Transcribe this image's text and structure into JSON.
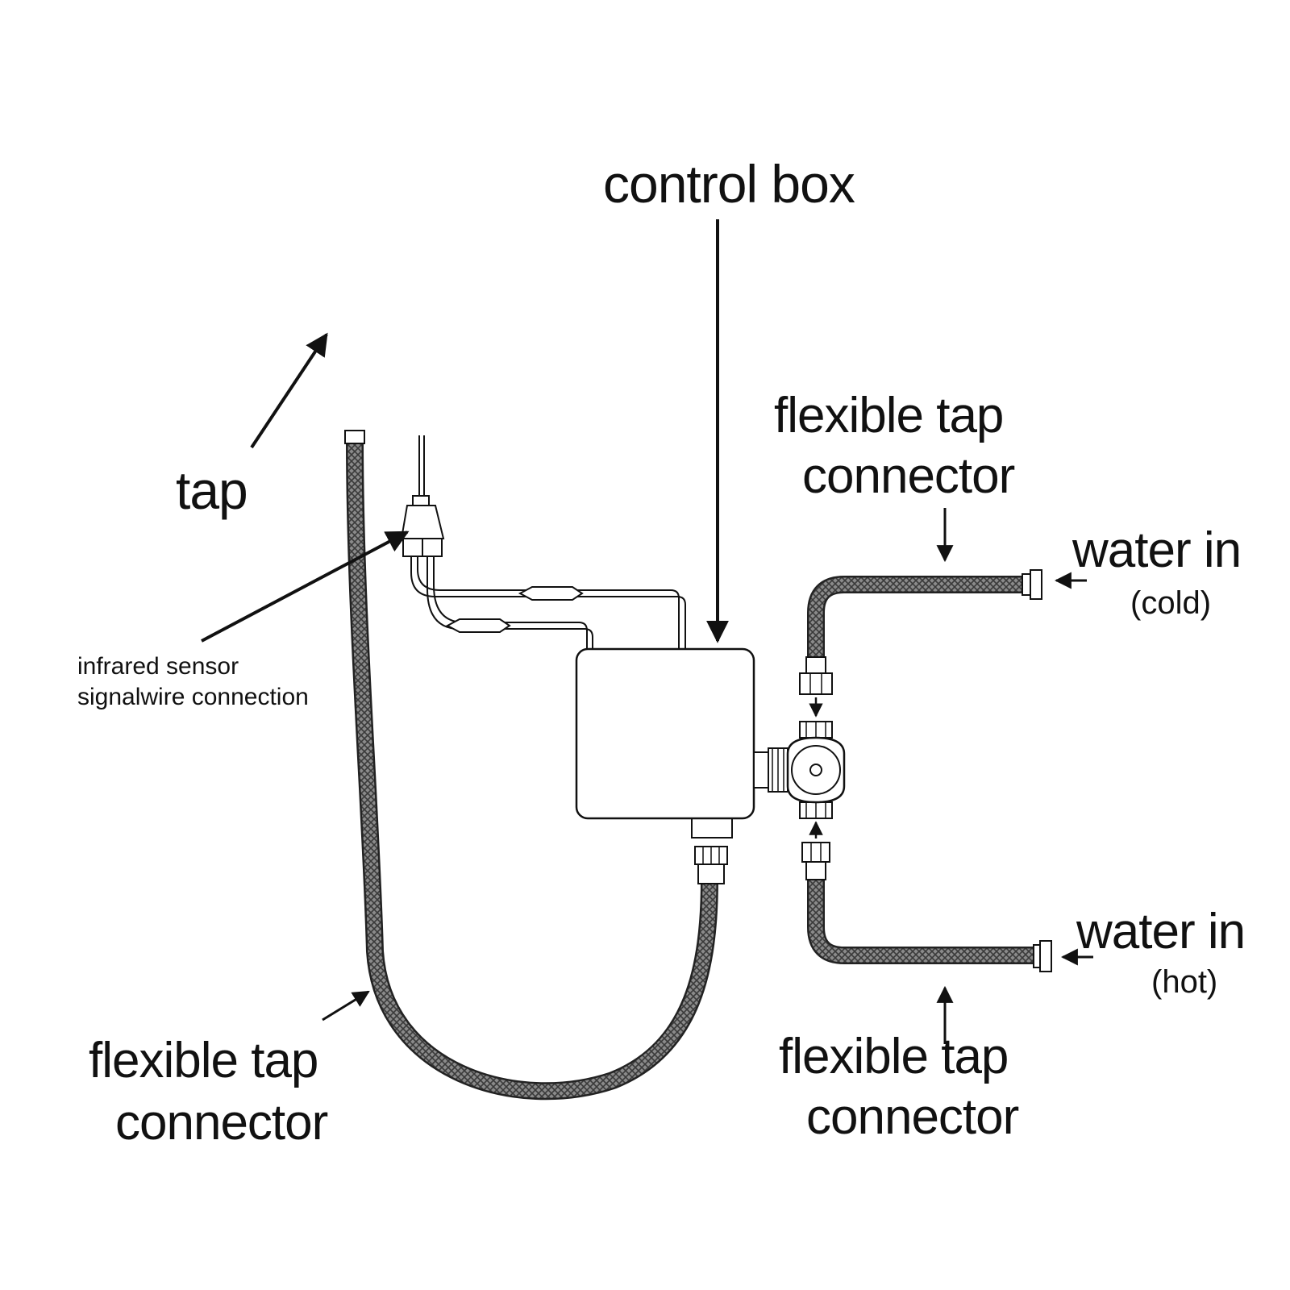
{
  "labels": {
    "control_box": "control  box",
    "tap": "tap",
    "infrared_line1": "infrared  sensor",
    "infrared_line2": "signalwire  connection",
    "flex_top_right_line1": "flexible  tap",
    "flex_top_right_line2": "connector",
    "water_in_cold": "water in",
    "cold": "(cold)",
    "water_in_hot": "water in",
    "hot": "(hot)",
    "flex_bottom_left_line1": "flexible  tap",
    "flex_bottom_left_line2": "connector",
    "flex_bottom_right_line1": "flexible  tap",
    "flex_bottom_right_line2": "connector"
  },
  "colors": {
    "ink": "#111111",
    "hose_fill": "#7a7a7a",
    "background": "#ffffff"
  }
}
